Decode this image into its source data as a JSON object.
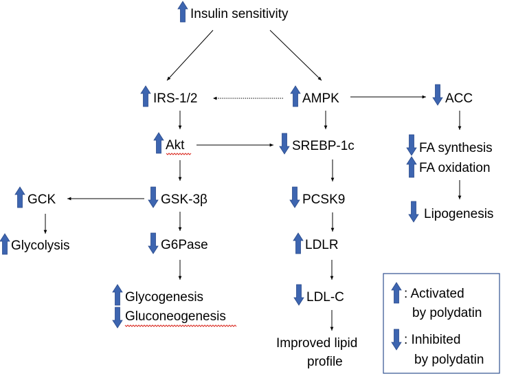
{
  "colors": {
    "arrow_fill": "#3d65b0",
    "arrow_stroke": "#2a4a8a",
    "text": "#000000",
    "legend_border": "#2f4f8f",
    "spellcheck": "#d9261c"
  },
  "nodes": {
    "insulin_sensitivity": {
      "label": "Insulin sensitivity",
      "direction": "up"
    },
    "irs": {
      "label": "IRS-1/2",
      "direction": "up"
    },
    "ampk": {
      "label": "AMPK",
      "direction": "up"
    },
    "acc": {
      "label": "ACC",
      "direction": "down"
    },
    "akt": {
      "label": "Akt",
      "direction": "up"
    },
    "srebp": {
      "label": "SREBP-1c",
      "direction": "down"
    },
    "fa_synthesis": {
      "label": "FA synthesis",
      "direction": "down"
    },
    "fa_oxidation": {
      "label": "FA oxidation",
      "direction": "up"
    },
    "gck": {
      "label": "GCK",
      "direction": "up"
    },
    "gsk": {
      "label": "GSK-3β",
      "direction": "down"
    },
    "pcsk9": {
      "label": "PCSK9",
      "direction": "down"
    },
    "lipogenesis": {
      "label": "Lipogenesis",
      "direction": "down"
    },
    "glycolysis": {
      "label": "Glycolysis",
      "direction": "up"
    },
    "g6pase": {
      "label": "G6Pase",
      "direction": "down"
    },
    "ldlr": {
      "label": "LDLR",
      "direction": "up"
    },
    "glycogenesis": {
      "label": "Glycogenesis",
      "direction": "up"
    },
    "gluconeogenesis": {
      "label": "Gluconeogenesis",
      "direction": "down"
    },
    "ldlc": {
      "label": "LDL-C",
      "direction": "down"
    },
    "lipid_profile": {
      "line1": "Improved lipid",
      "line2": "profile"
    }
  },
  "legend": {
    "activated": {
      "line1": ": Activated",
      "line2": "by polydatin",
      "direction": "up"
    },
    "inhibited": {
      "line1": ": Inhibited",
      "line2": "by polydatin",
      "direction": "down"
    }
  }
}
